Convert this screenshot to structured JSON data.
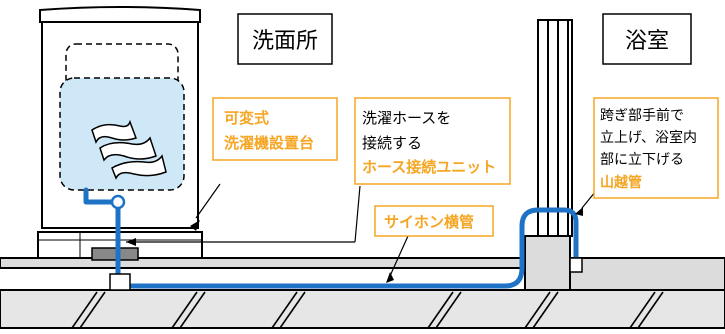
{
  "rooms": {
    "left": "洗面所",
    "right": "浴室"
  },
  "callouts": {
    "stand": [
      "可変式",
      "洗濯機設置台"
    ],
    "hose": [
      "洗濯ホースを",
      "接続する"
    ],
    "hose_highlight": "ホース接続ユニット",
    "siphon": "サイホン横管",
    "mountain": [
      "跨ぎ部手前で",
      "立上げ、浴室内",
      "部に立下げる"
    ],
    "mountain_highlight": "山越管"
  },
  "colors": {
    "accent": "#f5a623",
    "pipe": "#1f73c7",
    "water": "#cfe8f7",
    "floor": "#dcdcdc"
  }
}
